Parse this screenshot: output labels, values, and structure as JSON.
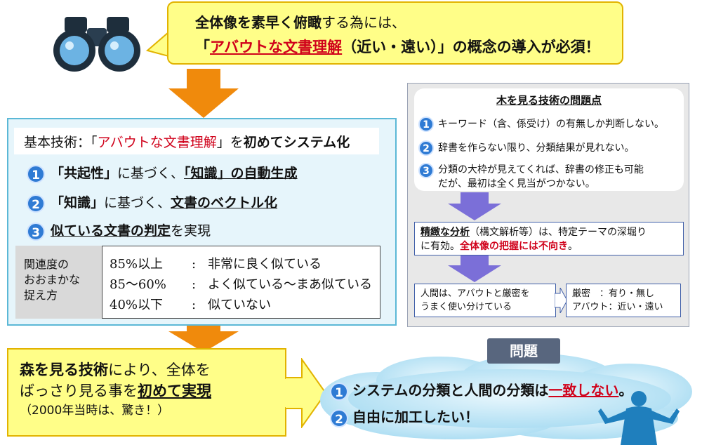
{
  "top_bubble": {
    "line1_a": "全体像を素早く俯瞰",
    "line1_b": "する為には、",
    "line2_a": "「",
    "line2_b": "アバウトな文書理解",
    "line2_c": "（近い・遠い）",
    "line2_d": "」の概念の導入が必須！"
  },
  "tech": {
    "title_a": "基本技術：「",
    "title_b": "アバウトな文書理解",
    "title_c": "」を",
    "title_d": "初めてシステム化",
    "items": [
      {
        "num": "1",
        "a": "「共起性」",
        "b": "に基づく、",
        "c": "「知識」の自動生成"
      },
      {
        "num": "2",
        "a": "「知識」",
        "b": "に基づく、",
        "c": "文書のベクトル化"
      },
      {
        "num": "3",
        "a": "似ている文書の判定",
        "b": "を実現",
        "c": ""
      }
    ],
    "relevance_label": "関連度の\nおおまかな\n捉え方",
    "relevance_rows": [
      {
        "pct": "85%以上",
        "sep": ":",
        "desc": "非常に良く似ている"
      },
      {
        "pct": "85〜60%",
        "sep": ":",
        "desc": "よく似ている〜まあ似ている"
      },
      {
        "pct": "40%以下",
        "sep": ":",
        "desc": "似ていない"
      }
    ]
  },
  "issues": {
    "title": "木を見る技術の問題点",
    "items": [
      {
        "num": "1",
        "text": "キーワード（含、係受け）の有無しか判断しない。"
      },
      {
        "num": "2",
        "text": "辞書を作らない限り、分類結果が見れない。"
      },
      {
        "num": "3",
        "text": "分類の大枠が見えてくれば、辞書の修正も可能\nだが、最初は全く見当がつかない。"
      }
    ],
    "analysis_a": "精緻な分析",
    "analysis_b": "（構文解析等）は、特定テーマの深堀り\nに有効。",
    "analysis_c": "全体像の把握には不向き",
    "analysis_d": "。",
    "human_text": "人間は、アバウトと厳密を\nうまく使い分けている",
    "strict_line1": "厳密　：有り・無し",
    "strict_line2": "アバウト：近い・遠い"
  },
  "forest": {
    "l1_a": "森を見る技術",
    "l1_b": "により、全体を",
    "l2_a": "ばっさり見る事を",
    "l2_b": "初めて実現",
    "l3": "（2000年当時は、驚き！）"
  },
  "problem": {
    "label": "問題",
    "items": [
      {
        "num": "1",
        "a": "システムの分類と人間の分類は",
        "b": "一致しない",
        "c": "。"
      },
      {
        "num": "2",
        "a": "自由に加工したい！",
        "b": "",
        "c": ""
      }
    ]
  },
  "colors": {
    "accent_red": "#d0021b",
    "number_blue": "#2f7bd4",
    "arrow_orange": "#f08a0c",
    "arrow_purple": "#7b6fd8",
    "bubble_yellow": "#fffe88"
  }
}
